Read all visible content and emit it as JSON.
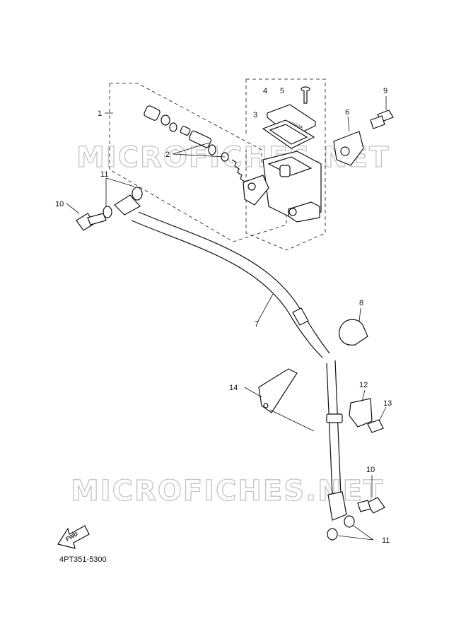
{
  "watermark": "MICROFICHES.NET",
  "diagram_code": "4PT351-5300",
  "fwd_label": "FWD",
  "callouts": [
    {
      "id": "c1",
      "text": "1"
    },
    {
      "id": "c2",
      "text": "2"
    },
    {
      "id": "c3",
      "text": "3"
    },
    {
      "id": "c4",
      "text": "4"
    },
    {
      "id": "c5",
      "text": "5"
    },
    {
      "id": "c6",
      "text": "6"
    },
    {
      "id": "c7",
      "text": "7"
    },
    {
      "id": "c8",
      "text": "8"
    },
    {
      "id": "c9",
      "text": "9"
    },
    {
      "id": "c10a",
      "text": "10"
    },
    {
      "id": "c10b",
      "text": "10"
    },
    {
      "id": "c11a",
      "text": "11"
    },
    {
      "id": "c11b",
      "text": "11"
    },
    {
      "id": "c12",
      "text": "12"
    },
    {
      "id": "c13",
      "text": "13"
    },
    {
      "id": "c14",
      "text": "14"
    }
  ]
}
